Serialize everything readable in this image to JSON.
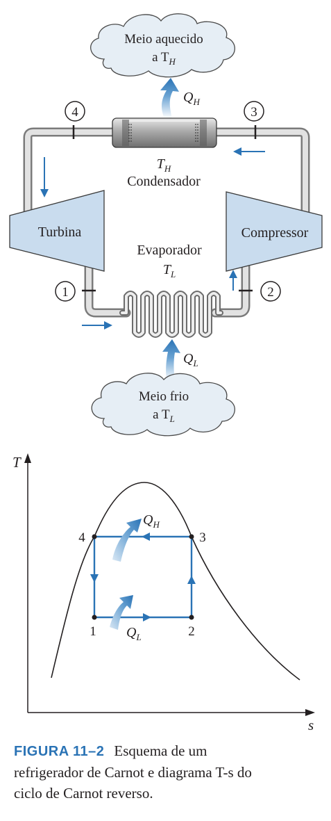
{
  "schematic": {
    "hot_cloud": {
      "line1": "Meio aquecido",
      "line2_main": "a T",
      "line2_sub": "H"
    },
    "cold_cloud": {
      "line1": "Meio frio",
      "line2_main": "a T",
      "line2_sub": "L"
    },
    "qh_main": "Q",
    "qh_sub": "H",
    "ql_main": "Q",
    "ql_sub": "L",
    "condenser_temp_main": "T",
    "condenser_temp_sub": "H",
    "condenser_label": "Condensador",
    "evaporator_label": "Evaporador",
    "evaporator_temp_main": "T",
    "evaporator_temp_sub": "L",
    "turbine_label": "Turbina",
    "compressor_label": "Compressor",
    "state_labels": [
      "1",
      "2",
      "3",
      "4"
    ]
  },
  "ts_diagram": {
    "y_axis_label": "T",
    "x_axis_label": "s",
    "points": [
      "1",
      "2",
      "3",
      "4"
    ],
    "qh_main": "Q",
    "qh_sub": "H",
    "ql_main": "Q",
    "ql_sub": "L"
  },
  "caption": {
    "label": "FIGURA 11–2",
    "line1": "Esquema de um",
    "line2": "refrigerador de Carnot e diagrama T-s do",
    "line3": "ciclo de Carnot reverso."
  },
  "colors": {
    "accent": "#2a73b5",
    "cloud": "#e6eef5",
    "machine": "#c9dcee",
    "ink": "#231f20",
    "pipe": "#bdbdbd"
  }
}
